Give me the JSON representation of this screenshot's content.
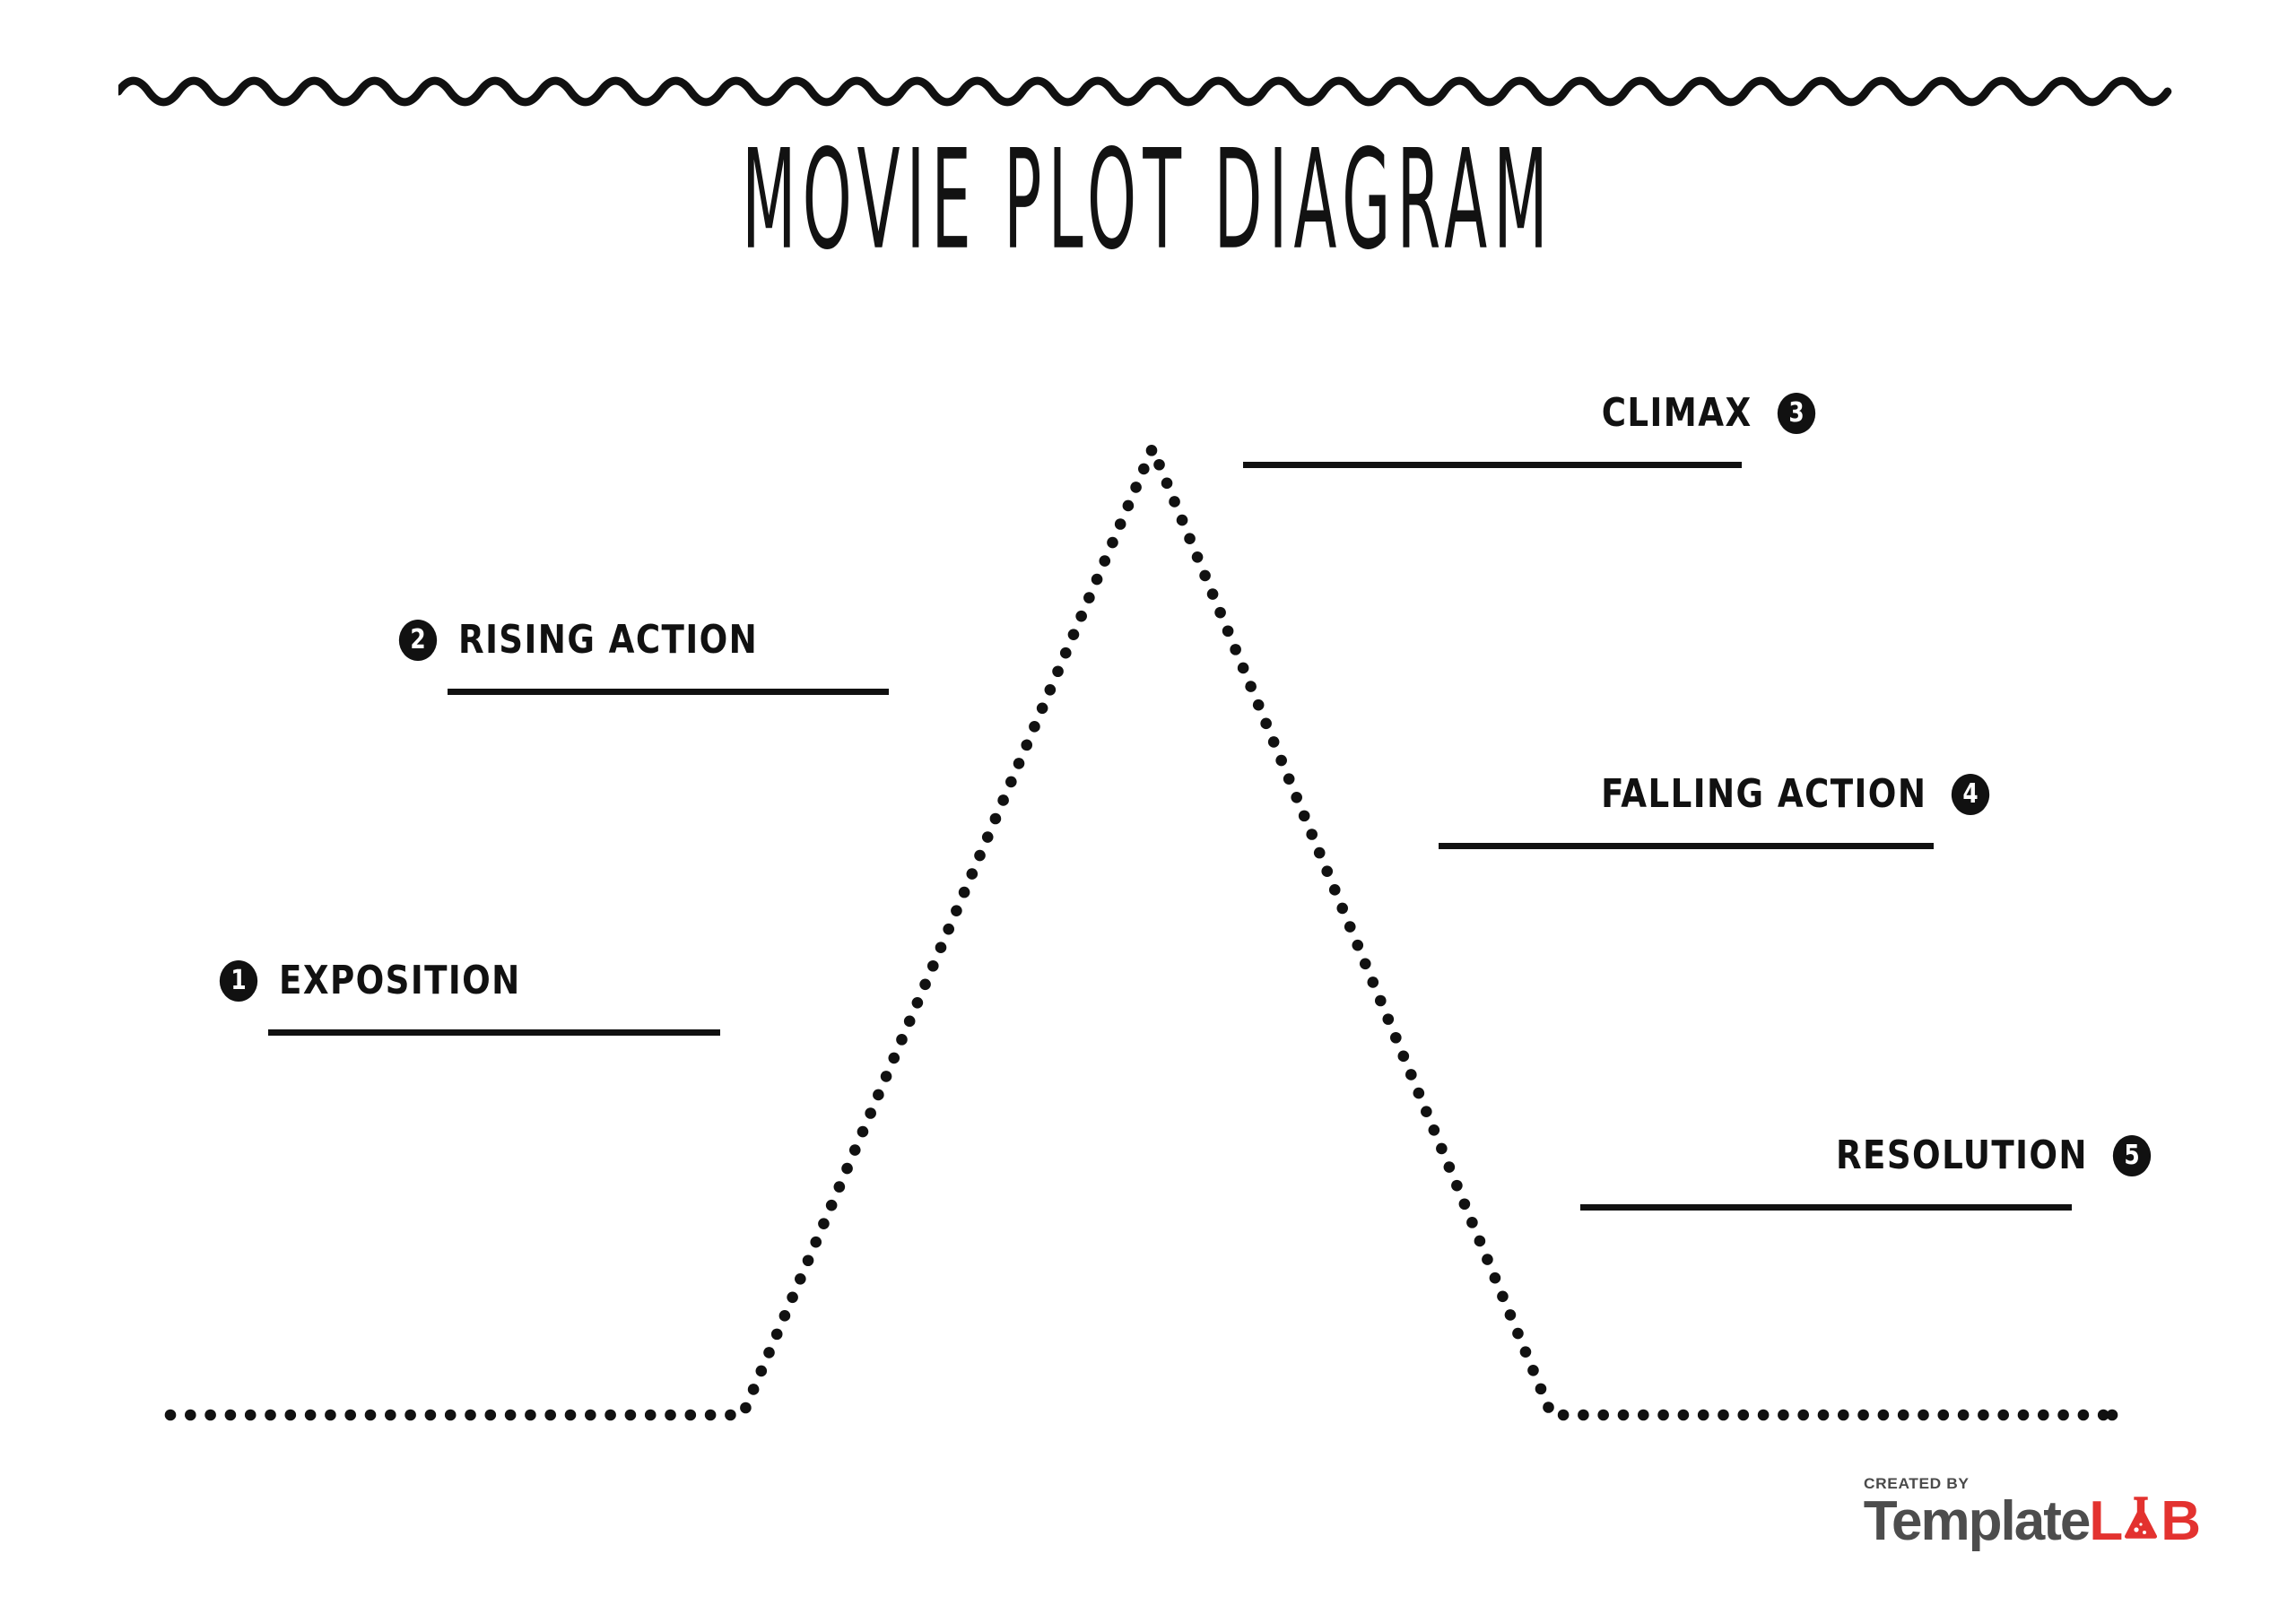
{
  "page": {
    "title": "MOVIE PLOT DIAGRAM",
    "background_color": "#FFFFFF",
    "ink_color": "#111111"
  },
  "decor": {
    "top_wave_name": "wavy-divider",
    "top_wave_color": "#111111"
  },
  "stages": [
    {
      "number": "1",
      "label": "EXPOSITION",
      "align": "left",
      "badge_color": "#111111",
      "badge_text_color": "#FFFFFF"
    },
    {
      "number": "2",
      "label": "RISING ACTION",
      "align": "left",
      "badge_color": "#111111",
      "badge_text_color": "#FFFFFF"
    },
    {
      "number": "3",
      "label": "CLIMAX",
      "align": "right",
      "badge_color": "#111111",
      "badge_text_color": "#FFFFFF"
    },
    {
      "number": "4",
      "label": "FALLING ACTION",
      "align": "right",
      "badge_color": "#111111",
      "badge_text_color": "#FFFFFF"
    },
    {
      "number": "5",
      "label": "RESOLUTION",
      "align": "right",
      "badge_color": "#111111",
      "badge_text_color": "#FFFFFF"
    }
  ],
  "brand": {
    "created_by": "CREATED BY",
    "name_part1": "Template",
    "name_part2_l": "L",
    "name_part2_a": "A",
    "name_part2_b": "B",
    "color_dark": "#4D4D4D",
    "color_red": "#E3322F",
    "flask_icon": "flask-icon"
  },
  "chart_data": {
    "type": "line",
    "title": "MOVIE PLOT DIAGRAM",
    "style": "dotted",
    "xlabel": "",
    "ylabel": "",
    "grid": false,
    "legend": false,
    "annotations": [
      "EXPOSITION",
      "RISING ACTION",
      "CLIMAX",
      "FALLING ACTION",
      "RESOLUTION"
    ],
    "x": [
      190,
      828,
      1285,
      1730,
      2355
    ],
    "y": [
      1578,
      1578,
      500,
      1578,
      1578
    ],
    "points": [
      {
        "name": "start",
        "x": 190,
        "y": 1578
      },
      {
        "name": "exposition-end",
        "x": 828,
        "y": 1578
      },
      {
        "name": "climax-peak",
        "x": 1285,
        "y": 500
      },
      {
        "name": "falling-end",
        "x": 1730,
        "y": 1578
      },
      {
        "name": "end",
        "x": 2355,
        "y": 1578
      }
    ],
    "xlim": [
      0,
      2560
    ],
    "ylim": [
      1810,
      0
    ]
  }
}
